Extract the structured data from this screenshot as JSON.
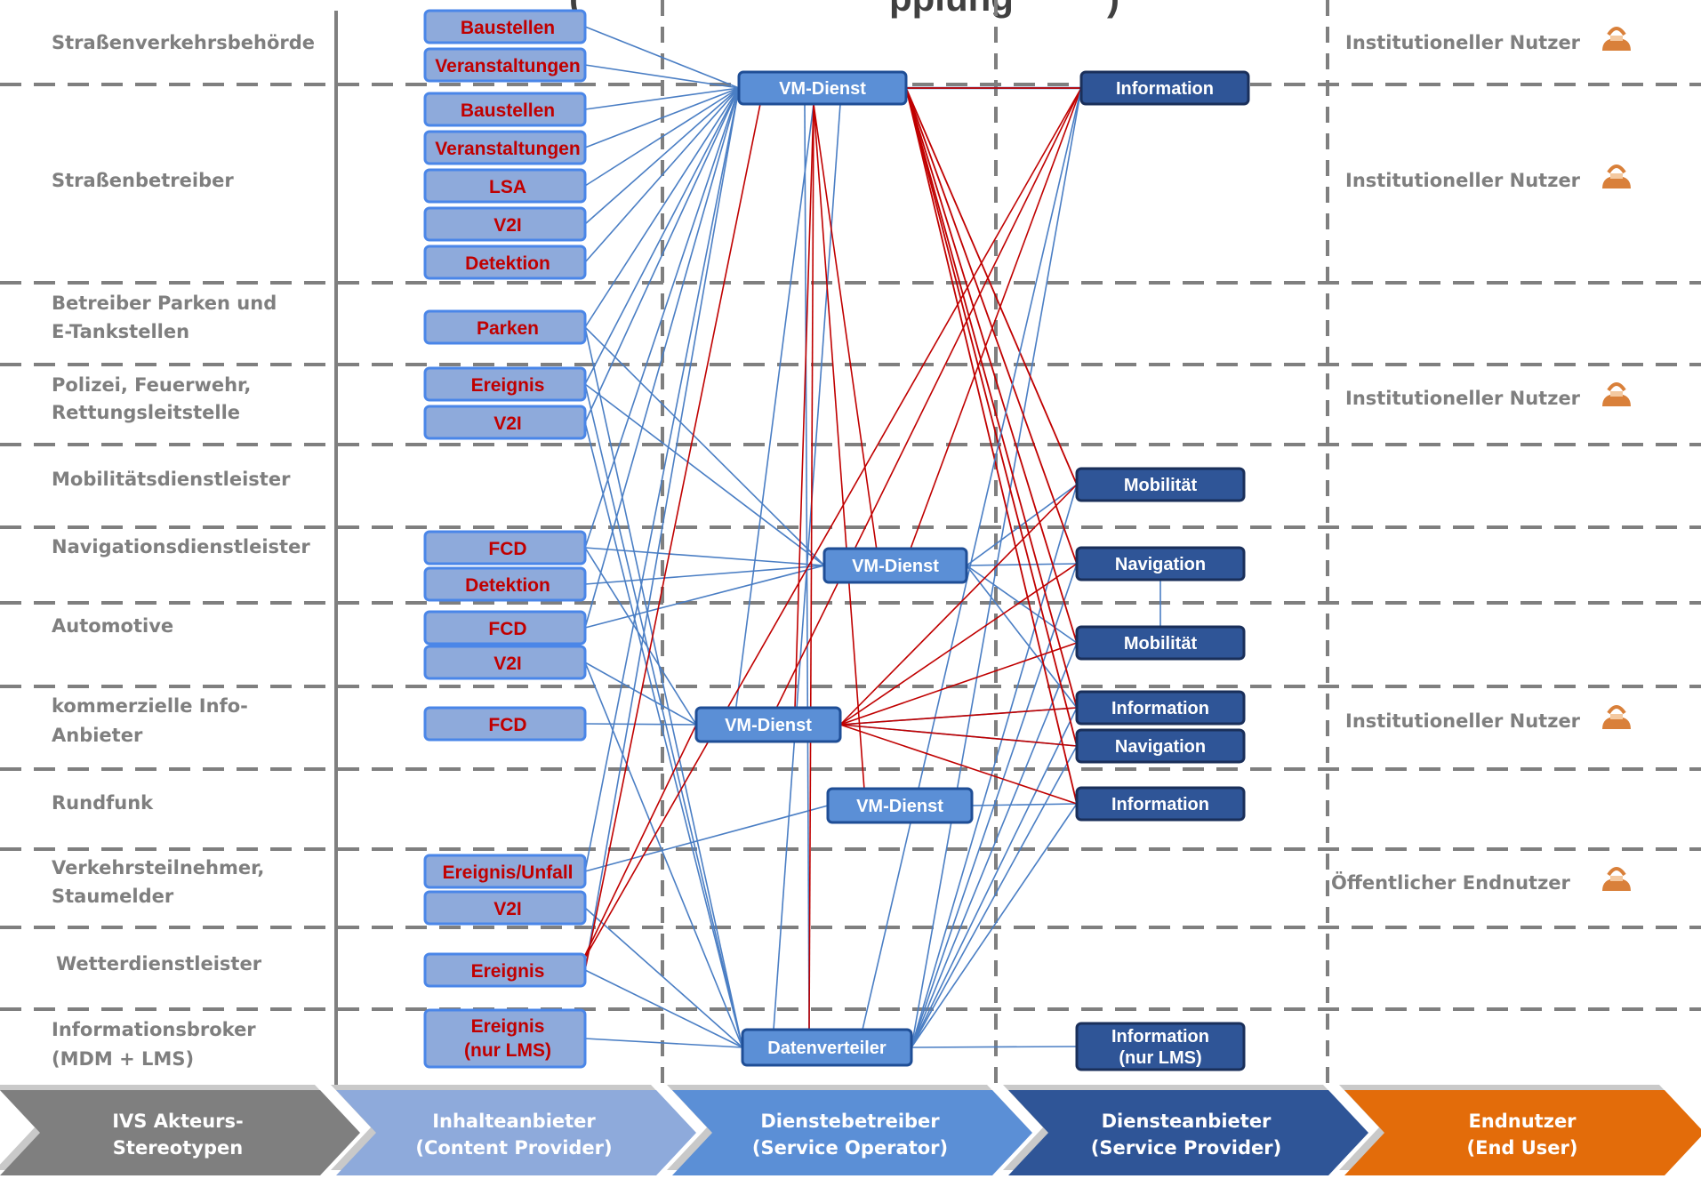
{
  "title_fragment": "(",
  "title_fragment_2": "pplung",
  "title_fragment_3": ")",
  "actors": [
    {
      "line1": "Straßenverkehrsbehörde",
      "line2": ""
    },
    {
      "line1": "Straßenbetreiber",
      "line2": ""
    },
    {
      "line1": "Betreiber Parken  und",
      "line2": "E-Tankstellen"
    },
    {
      "line1": "Polizei, Feuerwehr,",
      "line2": "Rettungsleitstelle"
    },
    {
      "line1": "Mobilitätsdienstleister",
      "line2": ""
    },
    {
      "line1": "Navigationsdienstleister",
      "line2": ""
    },
    {
      "line1": "Automotive",
      "line2": ""
    },
    {
      "line1": "kommerzielle Info-",
      "line2": "Anbieter"
    },
    {
      "line1": "Rundfunk",
      "line2": ""
    },
    {
      "line1": "Verkehrsteilnehmer,",
      "line2": "Staumelder"
    },
    {
      "line1": "Wetterdienstleister",
      "line2": ""
    },
    {
      "line1": "Informationsbroker",
      "line2": "(MDM + LMS)"
    }
  ],
  "content_boxes": [
    {
      "line1": "Baustellen",
      "line2": ""
    },
    {
      "line1": "Veranstaltungen",
      "line2": ""
    },
    {
      "line1": "Baustellen",
      "line2": ""
    },
    {
      "line1": "Veranstaltungen",
      "line2": ""
    },
    {
      "line1": "LSA",
      "line2": ""
    },
    {
      "line1": "V2I",
      "line2": ""
    },
    {
      "line1": "Detektion",
      "line2": ""
    },
    {
      "line1": "Parken",
      "line2": ""
    },
    {
      "line1": "Ereignis",
      "line2": ""
    },
    {
      "line1": "V2I",
      "line2": ""
    },
    {
      "line1": "FCD",
      "line2": ""
    },
    {
      "line1": "Detektion",
      "line2": ""
    },
    {
      "line1": "FCD",
      "line2": ""
    },
    {
      "line1": "V2I",
      "line2": ""
    },
    {
      "line1": "FCD",
      "line2": ""
    },
    {
      "line1": "Ereignis/Unfall",
      "line2": ""
    },
    {
      "line1": "V2I",
      "line2": ""
    },
    {
      "line1": "Ereignis",
      "line2": ""
    },
    {
      "line1": "Ereignis",
      "line2": "(nur LMS)"
    }
  ],
  "operator_nodes": [
    {
      "line1": "VM-Dienst",
      "line2": ""
    },
    {
      "line1": "VM-Dienst",
      "line2": ""
    },
    {
      "line1": "VM-Dienst",
      "line2": ""
    },
    {
      "line1": "VM-Dienst",
      "line2": ""
    },
    {
      "line1": "Datenverteiler",
      "line2": ""
    }
  ],
  "provider_nodes": [
    {
      "line1": "Information",
      "line2": ""
    },
    {
      "line1": "Mobilität",
      "line2": ""
    },
    {
      "line1": "Navigation",
      "line2": ""
    },
    {
      "line1": "Mobilität",
      "line2": ""
    },
    {
      "line1": "Information",
      "line2": ""
    },
    {
      "line1": "Navigation",
      "line2": ""
    },
    {
      "line1": "Information",
      "line2": ""
    },
    {
      "line1": "Information",
      "line2": "(nur LMS)"
    }
  ],
  "end_users": [
    "Institutioneller Nutzer",
    "Institutioneller Nutzer",
    "Institutioneller Nutzer",
    "Institutioneller Nutzer",
    "Öffentlicher Endnutzer"
  ],
  "footer": [
    {
      "line1": "IVS Akteurs-",
      "line2": "Stereotypen"
    },
    {
      "line1": "Inhalteanbieter",
      "line2": "(Content Provider)"
    },
    {
      "line1": "Dienstebetreiber",
      "line2": "(Service Operator)"
    },
    {
      "line1": "Diensteanbieter",
      "line2": "(Service Provider)"
    },
    {
      "line1": "Endnutzer",
      "line2": "(End User)"
    }
  ],
  "colors": {
    "content_fill": "#8eaadb",
    "content_border": "#4a86e8",
    "operator_fill": "#5b8fd6",
    "provider_fill": "#2f5597",
    "blue_line": "#4a7ec4",
    "red_line": "#c00000",
    "grid_line": "#7f7f7f",
    "footer_gray": "#7f7f7f",
    "footer_light": "#8eaadb",
    "footer_mid": "#5b8fd6",
    "footer_dark": "#2f5597",
    "footer_orange": "#e36c0a",
    "user_icon": "#d9803a"
  },
  "icons": {
    "end_user": "person-icon"
  }
}
